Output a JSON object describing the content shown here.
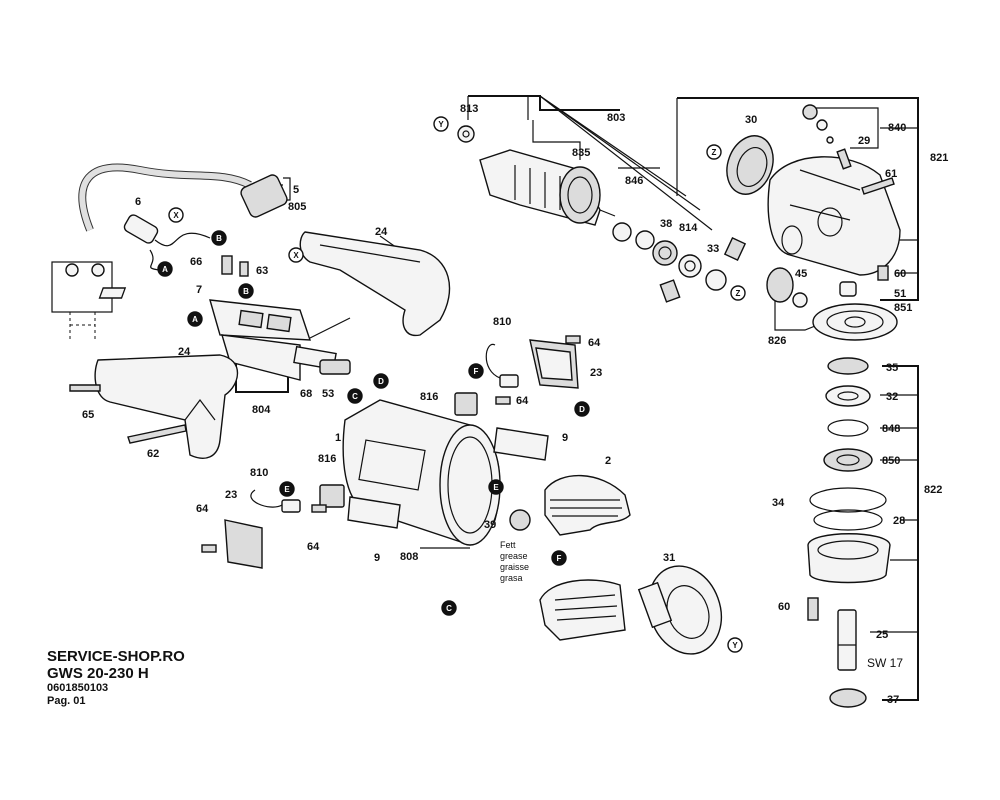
{
  "footer": {
    "site": "SERVICE-SHOP.RO",
    "model": "GWS 20-230 H",
    "part_number": "0601850103",
    "page": "Pag. 01"
  },
  "grease_note": [
    "Fett",
    "grease",
    "graisse",
    "grasa"
  ],
  "spanner_size": "SW 17",
  "part_labels": [
    "813",
    "803",
    "30",
    "840",
    "821",
    "29",
    "835",
    "846",
    "61",
    "38",
    "814",
    "33",
    "24",
    "5",
    "805",
    "6",
    "66",
    "63",
    "7",
    "45",
    "60",
    "51",
    "851",
    "826",
    "810",
    "64",
    "23",
    "68",
    "53",
    "804",
    "24",
    "65",
    "62",
    "816",
    "64",
    "1",
    "9",
    "35",
    "32",
    "848",
    "850",
    "822",
    "810",
    "816",
    "2",
    "23",
    "64",
    "64",
    "39",
    "34",
    "28",
    "9",
    "808",
    "31",
    "60",
    "25",
    "37"
  ],
  "connector_markers": [
    "Y",
    "Z",
    "Z",
    "X",
    "B",
    "A",
    "X",
    "B",
    "A",
    "D",
    "F",
    "C",
    "D",
    "E",
    "E",
    "F",
    "C",
    "Y"
  ]
}
